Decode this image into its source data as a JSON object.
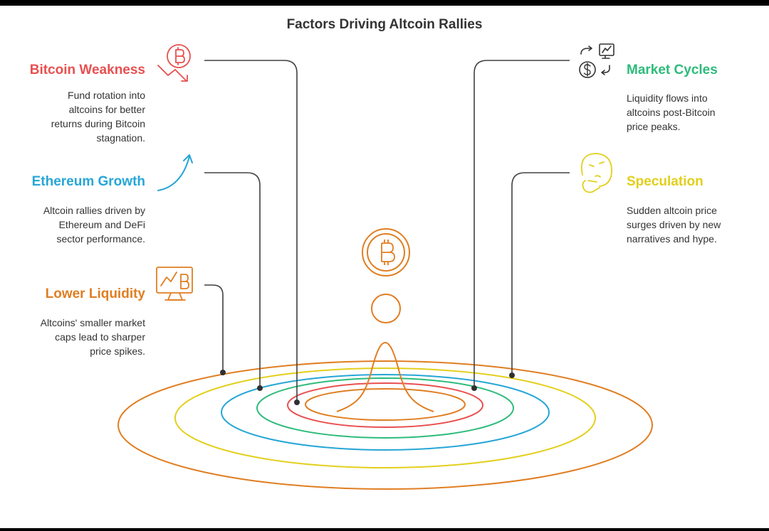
{
  "title": "Factors Driving Altcoin Rallies",
  "colors": {
    "bitcoin_weakness": "#e85050",
    "ethereum_growth": "#26a6d6",
    "lower_liquidity": "#e07e22",
    "market_cycles": "#2dbb7b",
    "speculation": "#e3cf1c",
    "connector": "#404040"
  },
  "factors": {
    "bitcoin_weakness": {
      "heading": "Bitcoin Weakness",
      "lines": [
        "Fund rotation into",
        "altcoins for better",
        "returns during Bitcoin",
        "stagnation."
      ],
      "icon": "bitcoin-down-trend-icon"
    },
    "ethereum_growth": {
      "heading": "Ethereum Growth",
      "lines": [
        "Altcoin rallies driven by",
        "Ethereum and DeFi",
        "sector performance."
      ],
      "icon": "upward-arrow-icon"
    },
    "lower_liquidity": {
      "heading": "Lower Liquidity",
      "lines": [
        "Altcoins' smaller market",
        "caps lead to sharper",
        "price spikes."
      ],
      "icon": "bitcoin-chart-monitor-icon"
    },
    "market_cycles": {
      "heading": "Market Cycles",
      "lines": [
        "Liquidity flows into",
        "altcoins post-Bitcoin",
        "price peaks."
      ],
      "icon": "money-cycle-icon"
    },
    "speculation": {
      "heading": "Speculation",
      "lines": [
        "Sudden altcoin price",
        "surges driven by new",
        "narratives and hype."
      ],
      "icon": "thinking-face-icon"
    }
  },
  "center_icons": [
    "bitcoin-coin-icon",
    "droplet-icon"
  ]
}
